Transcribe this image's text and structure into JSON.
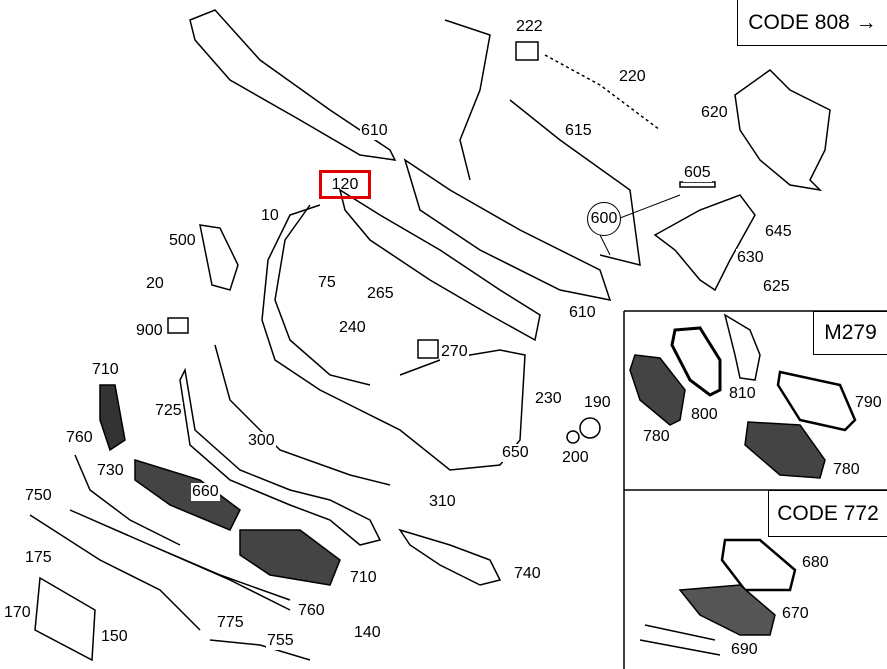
{
  "diagram": {
    "code_boxes": {
      "code808": "CODE 808 →",
      "m279": "M279",
      "code772": "CODE 772"
    },
    "highlight_color": "#e00000",
    "labels": [
      "222",
      "220",
      "610",
      "615",
      "620",
      "605",
      "120",
      "600",
      "645",
      "10",
      "500",
      "630",
      "20",
      "75",
      "265",
      "625",
      "610",
      "900",
      "240",
      "270",
      "710",
      "190",
      "230",
      "790",
      "725",
      "810",
      "800",
      "780",
      "760",
      "300",
      "650",
      "200",
      "780",
      "730",
      "660",
      "310",
      "750",
      "680",
      "175",
      "710",
      "740",
      "170",
      "760",
      "670",
      "775",
      "140",
      "150",
      "755",
      "690"
    ]
  }
}
